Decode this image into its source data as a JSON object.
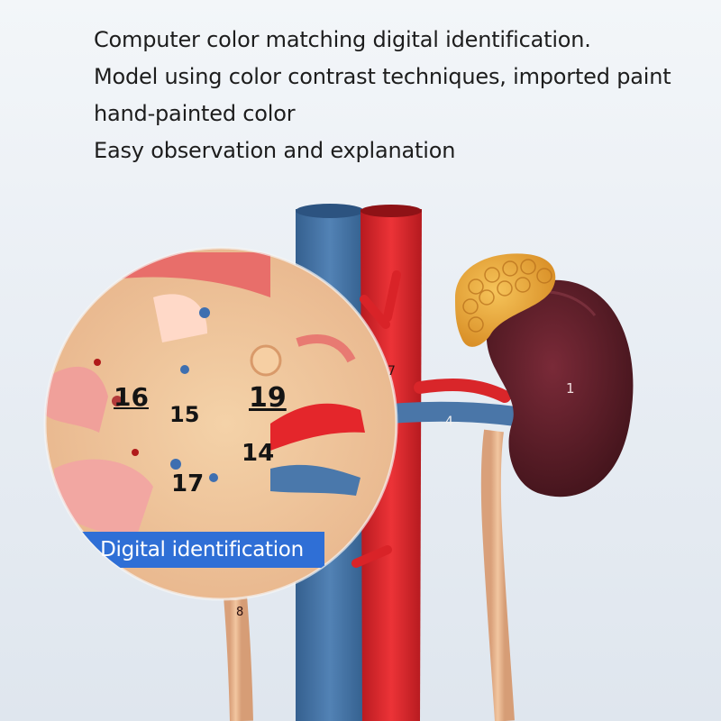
{
  "features": [
    "Computer color matching digital identification.",
    "Model using color contrast techniques, imported paint",
    "hand-painted color",
    "Easy observation and explanation"
  ],
  "banner_label": "Digital identification",
  "magnified_labels": [
    "16",
    "15",
    "19",
    "14",
    "17"
  ],
  "model_labels": [
    "7",
    "4",
    "1",
    "8"
  ],
  "colors": {
    "vein": "#3f6c9e",
    "artery": "#d9262a",
    "kidney": "#5a1e2a",
    "adrenal": "#e8a53a",
    "ureter": "#e8b48a",
    "banner": "#2f6fd6"
  }
}
